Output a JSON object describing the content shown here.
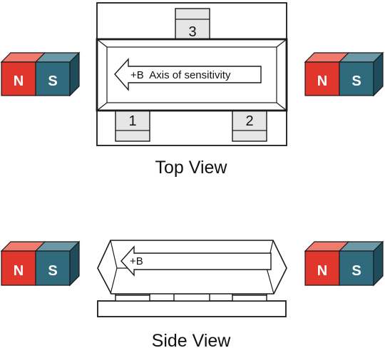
{
  "colors": {
    "north_front": "#e0362c",
    "north_top": "#ef7a6d",
    "north_side": "#a82419",
    "south_front": "#2f6b7d",
    "south_top": "#6c98a6",
    "south_side": "#1e4c5a",
    "pin_fill": "#e6e6e6",
    "outline": "#1a1a1a"
  },
  "magnets": {
    "north_label": "N",
    "south_label": "S"
  },
  "top_view": {
    "caption": "Top View",
    "arrow_text": "+B  Axis of sensitivity",
    "pin_labels": [
      "3",
      "1",
      "2"
    ]
  },
  "side_view": {
    "caption": "Side View",
    "arrow_text": "+B"
  }
}
